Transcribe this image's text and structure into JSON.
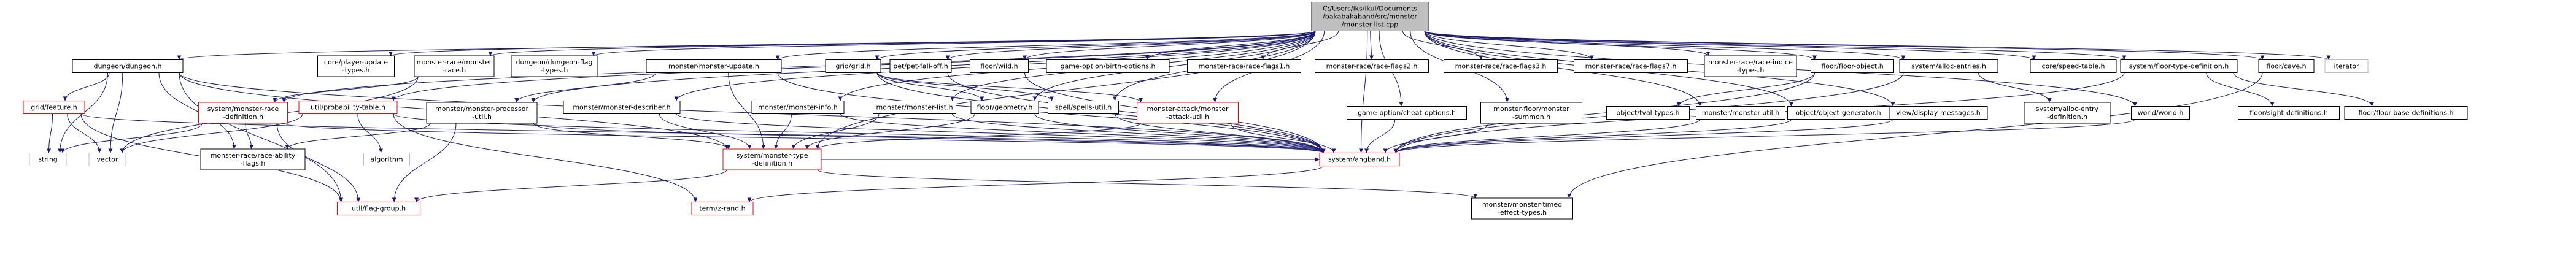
{
  "graph": {
    "root": "root",
    "colors": {
      "edge": "#191970",
      "root_fill": "#bfbfbf",
      "node_fill": "#ffffff",
      "node_border": "#000000",
      "undocumented_border": "#ff0000",
      "external_border": "#bfbfbf"
    },
    "nodes": [
      {
        "id": "root",
        "kind": "root",
        "lines": [
          "C:/Users/iks/ikul/Documents",
          "/bakabakaband/src/monster",
          "/monster-list.cpp"
        ]
      },
      {
        "id": "dungeon",
        "kind": "doc",
        "lines": [
          "dungeon/dungeon.h"
        ]
      },
      {
        "id": "player_update",
        "kind": "doc",
        "lines": [
          "core/player-update",
          "-types.h"
        ]
      },
      {
        "id": "race_monster",
        "kind": "doc",
        "lines": [
          "monster-race/monster",
          "-race.h"
        ]
      },
      {
        "id": "dungeon_flag",
        "kind": "doc",
        "lines": [
          "dungeon/dungeon-flag",
          "-types.h"
        ]
      },
      {
        "id": "monster_update",
        "kind": "doc",
        "lines": [
          "monster/monster-update.h"
        ]
      },
      {
        "id": "grid",
        "kind": "doc",
        "lines": [
          "grid/grid.h"
        ]
      },
      {
        "id": "pet_fall_off",
        "kind": "doc",
        "lines": [
          "pet/pet-fall-off.h"
        ]
      },
      {
        "id": "floor_wild",
        "kind": "doc",
        "lines": [
          "floor/wild.h"
        ]
      },
      {
        "id": "birth_options",
        "kind": "doc",
        "lines": [
          "game-option/birth-options.h"
        ]
      },
      {
        "id": "race_flags1",
        "kind": "doc",
        "lines": [
          "monster-race/race-flags1.h"
        ]
      },
      {
        "id": "race_flags2",
        "kind": "doc",
        "lines": [
          "monster-race/race-flags2.h"
        ]
      },
      {
        "id": "race_flags3",
        "kind": "doc",
        "lines": [
          "monster-race/race-flags3.h"
        ]
      },
      {
        "id": "race_flags7",
        "kind": "doc",
        "lines": [
          "monster-race/race-flags7.h"
        ]
      },
      {
        "id": "race_indice",
        "kind": "doc",
        "lines": [
          "monster-race/race-indice",
          "-types.h"
        ]
      },
      {
        "id": "floor_object",
        "kind": "doc",
        "lines": [
          "floor/floor-object.h"
        ]
      },
      {
        "id": "alloc_entries",
        "kind": "doc",
        "lines": [
          "system/alloc-entries.h"
        ]
      },
      {
        "id": "speed_table",
        "kind": "doc",
        "lines": [
          "core/speed-table.h"
        ]
      },
      {
        "id": "floor_type_def",
        "kind": "doc",
        "lines": [
          "system/floor-type-definition.h"
        ]
      },
      {
        "id": "floor_cave",
        "kind": "doc",
        "lines": [
          "floor/cave.h"
        ]
      },
      {
        "id": "iterator",
        "kind": "external",
        "lines": [
          "iterator"
        ]
      },
      {
        "id": "grid_feature",
        "kind": "undoc",
        "lines": [
          "grid/feature.h"
        ]
      },
      {
        "id": "monster_race_def",
        "kind": "undoc",
        "lines": [
          "system/monster-race",
          "-definition.h"
        ]
      },
      {
        "id": "probability_table",
        "kind": "undoc",
        "lines": [
          "util/probability-table.h"
        ]
      },
      {
        "id": "monster_processor",
        "kind": "doc",
        "lines": [
          "monster/monster-processor",
          "-util.h"
        ]
      },
      {
        "id": "monster_describer",
        "kind": "doc",
        "lines": [
          "monster/monster-describer.h"
        ]
      },
      {
        "id": "monster_info",
        "kind": "doc",
        "lines": [
          "monster/monster-info.h"
        ]
      },
      {
        "id": "monster_list_h",
        "kind": "doc",
        "lines": [
          "monster/monster-list.h"
        ]
      },
      {
        "id": "floor_geometry",
        "kind": "doc",
        "lines": [
          "floor/geometry.h"
        ]
      },
      {
        "id": "spells_util",
        "kind": "doc",
        "lines": [
          "spell/spells-util.h"
        ]
      },
      {
        "id": "monster_attack",
        "kind": "undoc",
        "lines": [
          "monster-attack/monster",
          "-attack-util.h"
        ]
      },
      {
        "id": "cheat_options",
        "kind": "doc",
        "lines": [
          "game-option/cheat-options.h"
        ]
      },
      {
        "id": "monster_summon",
        "kind": "doc",
        "lines": [
          "monster-floor/monster",
          "-summon.h"
        ]
      },
      {
        "id": "hook_types",
        "kind": "doc",
        "lines": [
          "object/tval-types.h"
        ]
      },
      {
        "id": "monster_util",
        "kind": "doc",
        "lines": [
          "monster/monster-util.h"
        ]
      },
      {
        "id": "object_generator",
        "kind": "doc",
        "lines": [
          "object/object-generator.h"
        ]
      },
      {
        "id": "display_messages",
        "kind": "doc",
        "lines": [
          "view/display-messages.h"
        ]
      },
      {
        "id": "alloc_entry_def",
        "kind": "doc",
        "lines": [
          "system/alloc-entry",
          "-definition.h"
        ]
      },
      {
        "id": "world",
        "kind": "doc",
        "lines": [
          "world/world.h"
        ]
      },
      {
        "id": "sight_defs",
        "kind": "doc",
        "lines": [
          "floor/sight-definitions.h"
        ]
      },
      {
        "id": "floor_base_defs",
        "kind": "doc",
        "lines": [
          "floor/floor-base-definitions.h"
        ]
      },
      {
        "id": "string",
        "kind": "external",
        "lines": [
          "string"
        ]
      },
      {
        "id": "vector",
        "kind": "external",
        "lines": [
          "vector"
        ]
      },
      {
        "id": "race_ability",
        "kind": "doc",
        "lines": [
          "monster-race/race-ability",
          "-flags.h"
        ]
      },
      {
        "id": "algorithm",
        "kind": "external",
        "lines": [
          "algorithm"
        ]
      },
      {
        "id": "monster_type_def",
        "kind": "undoc",
        "lines": [
          "system/monster-type",
          "-definition.h"
        ]
      },
      {
        "id": "angband",
        "kind": "undoc",
        "lines": [
          "system/angband.h"
        ]
      },
      {
        "id": "flag_group",
        "kind": "undoc",
        "lines": [
          "util/flag-group.h"
        ]
      },
      {
        "id": "z_rand",
        "kind": "undoc",
        "lines": [
          "term/z-rand.h"
        ]
      },
      {
        "id": "timed_effect",
        "kind": "doc",
        "lines": [
          "monster/monster-timed",
          "-effect-types.h"
        ]
      }
    ],
    "edges": [
      [
        "root",
        "dungeon"
      ],
      [
        "root",
        "player_update"
      ],
      [
        "root",
        "race_monster"
      ],
      [
        "root",
        "dungeon_flag"
      ],
      [
        "root",
        "monster_update"
      ],
      [
        "root",
        "grid"
      ],
      [
        "root",
        "pet_fall_off"
      ],
      [
        "root",
        "floor_wild"
      ],
      [
        "root",
        "birth_options"
      ],
      [
        "root",
        "race_flags1"
      ],
      [
        "root",
        "race_flags2"
      ],
      [
        "root",
        "race_flags3"
      ],
      [
        "root",
        "race_flags7"
      ],
      [
        "root",
        "race_indice"
      ],
      [
        "root",
        "floor_object"
      ],
      [
        "root",
        "alloc_entries"
      ],
      [
        "root",
        "speed_table"
      ],
      [
        "root",
        "floor_type_def"
      ],
      [
        "root",
        "floor_cave"
      ],
      [
        "root",
        "iterator"
      ],
      [
        "root",
        "monster_info"
      ],
      [
        "root",
        "monster_list_h"
      ],
      [
        "root",
        "monster_describer"
      ],
      [
        "root",
        "monster_processor"
      ],
      [
        "root",
        "monster_race_def"
      ],
      [
        "root",
        "monster_type_def"
      ],
      [
        "root",
        "angband"
      ],
      [
        "root",
        "cheat_options"
      ],
      [
        "root",
        "monster_summon"
      ],
      [
        "root",
        "monster_util"
      ],
      [
        "root",
        "object_generator"
      ],
      [
        "root",
        "display_messages"
      ],
      [
        "root",
        "world"
      ],
      [
        "root",
        "probability_table"
      ],
      [
        "root",
        "monster_attack"
      ],
      [
        "root",
        "floor_geometry"
      ],
      [
        "root",
        "spells_util"
      ],
      [
        "dungeon",
        "grid_feature"
      ],
      [
        "dungeon",
        "string"
      ],
      [
        "dungeon",
        "vector"
      ],
      [
        "dungeon",
        "race_ability"
      ],
      [
        "dungeon",
        "angband"
      ],
      [
        "dungeon",
        "flag_group"
      ],
      [
        "dungeon",
        "monster_type_def"
      ],
      [
        "grid_feature",
        "string"
      ],
      [
        "grid_feature",
        "vector"
      ],
      [
        "grid_feature",
        "angband"
      ],
      [
        "grid_feature",
        "flag_group"
      ],
      [
        "race_monster",
        "monster_race_def"
      ],
      [
        "race_monster",
        "vector"
      ],
      [
        "monster_race_def",
        "race_ability"
      ],
      [
        "monster_race_def",
        "angband"
      ],
      [
        "monster_race_def",
        "flag_group"
      ],
      [
        "monster_race_def",
        "string"
      ],
      [
        "monster_update",
        "monster_processor"
      ],
      [
        "monster_update",
        "angband"
      ],
      [
        "monster_update",
        "monster_type_def"
      ],
      [
        "monster_processor",
        "race_ability"
      ],
      [
        "monster_processor",
        "angband"
      ],
      [
        "monster_processor",
        "flag_group"
      ],
      [
        "monster_processor",
        "monster_type_def"
      ],
      [
        "probability_table",
        "algorithm"
      ],
      [
        "probability_table",
        "z_rand"
      ],
      [
        "probability_table",
        "vector"
      ],
      [
        "probability_table",
        "angband"
      ],
      [
        "monster_describer",
        "angband"
      ],
      [
        "monster_describer",
        "monster_type_def"
      ],
      [
        "monster_info",
        "angband"
      ],
      [
        "monster_info",
        "monster_type_def"
      ],
      [
        "monster_list_h",
        "angband"
      ],
      [
        "monster_list_h",
        "monster_type_def"
      ],
      [
        "grid",
        "floor_geometry"
      ],
      [
        "grid",
        "spells_util"
      ],
      [
        "grid",
        "monster_attack"
      ],
      [
        "grid",
        "angband"
      ],
      [
        "floor_geometry",
        "angband"
      ],
      [
        "floor_geometry",
        "monster_type_def"
      ],
      [
        "spells_util",
        "angband"
      ],
      [
        "monster_attack",
        "angband"
      ],
      [
        "monster_attack",
        "monster_type_def"
      ],
      [
        "pet_fall_off",
        "angband"
      ],
      [
        "floor_wild",
        "angband"
      ],
      [
        "floor_object",
        "hook_types"
      ],
      [
        "floor_object",
        "angband"
      ],
      [
        "cheat_options",
        "angband"
      ],
      [
        "monster_summon",
        "angband"
      ],
      [
        "monster_util",
        "angband"
      ],
      [
        "object_generator",
        "angband"
      ],
      [
        "display_messages",
        "angband"
      ],
      [
        "alloc_entries",
        "alloc_entry_def"
      ],
      [
        "alloc_entries",
        "angband"
      ],
      [
        "floor_type_def",
        "sight_defs"
      ],
      [
        "floor_type_def",
        "floor_base_defs"
      ],
      [
        "floor_type_def",
        "angband"
      ],
      [
        "floor_cave",
        "timed_effect"
      ],
      [
        "world",
        "angband"
      ],
      [
        "monster_type_def",
        "angband"
      ],
      [
        "monster_type_def",
        "flag_group"
      ],
      [
        "monster_type_def",
        "timed_effect"
      ],
      [
        "angband",
        "z_rand"
      ]
    ]
  }
}
